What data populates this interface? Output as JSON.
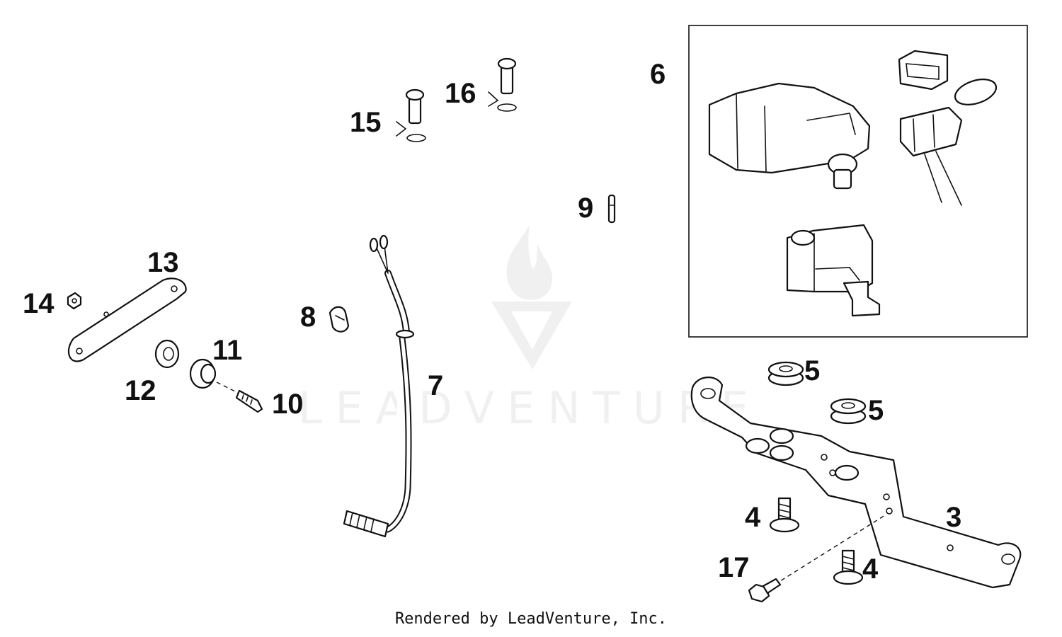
{
  "callouts": {
    "c3": "3",
    "c4a": "4",
    "c4b": "4",
    "c5a": "5",
    "c5b": "5",
    "c6": "6",
    "c7": "7",
    "c8": "8",
    "c9": "9",
    "c10": "10",
    "c11": "11",
    "c12": "12",
    "c13": "13",
    "c14": "14",
    "c15": "15",
    "c16": "16",
    "c17": "17"
  },
  "watermark": {
    "text": "LEADVENTURE"
  },
  "footer": {
    "text": "Rendered by LeadVenture, Inc."
  }
}
